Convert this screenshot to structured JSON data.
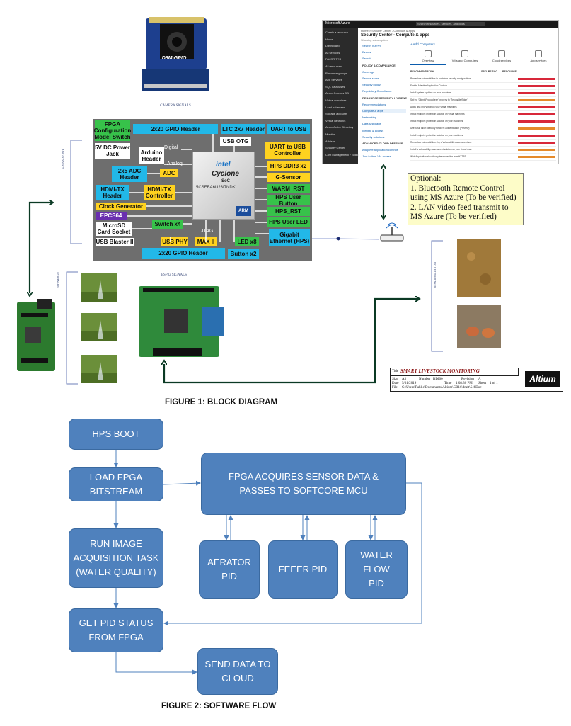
{
  "figure1": {
    "caption": "FIGURE 1: BLOCK DIAGRAM",
    "camera_label": "CAMERA SIGNALS",
    "camera_board_text": "D8M-GPIO",
    "board_blocks": {
      "fpga_switch": "FPGA Configuration Model Switch",
      "gpio_top": "2x20 GPIO Header",
      "ltc": "LTC 2x7 Header",
      "uart_usb": "UART to USB",
      "usb_otg": "USB OTG",
      "uart_usb_ctrl": "UART to USB Controller",
      "power": "5V DC Power Jack",
      "digital": "Digital",
      "arduino": "Arduino Header",
      "analog": "Analog",
      "adc_header": "2x5 ADC Header",
      "adc": "ADC",
      "hps_ddr3": "HPS DDR3 x2",
      "gsensor": "G-Sensor",
      "warm_rst": "WARM_RST",
      "hdmi_header": "HDMI-TX Header",
      "hdmi_ctrl": "HDMI-TX Controller",
      "hps_user_button": "HPS User Button",
      "clock": "Clock Generator",
      "hps_rst": "HPS_RST",
      "epcs": "EPCS64",
      "hps_user_led": "HPS User LED",
      "microsd": "MicroSD Card Socket",
      "switch": "Switch x4",
      "jtag": "JTAG",
      "gigabit": "Gigabit Ethernet (HPS)",
      "usb_blaster": "USB Blaster II",
      "usb_phy": "USB PHY",
      "max2": "MAX II",
      "led": "LED x8",
      "gpio_bottom": "2x20 GPIO Header",
      "button": "Button x2",
      "chip_brand": "intel",
      "chip_name": "Cyclone",
      "chip_soc": "SoC",
      "chip_part": "5CSEBA6U23I7NDK",
      "chip_arm": "ARM"
    },
    "side_labels": {
      "adc": "ADC CONNECT",
      "sprinkler": "SPRINKLER",
      "esp": "ESP32 SIGNALS",
      "pellet": "PELLET DISPENSER"
    },
    "optional_note": {
      "title": "Optional:",
      "line1": "1. Bluetooth Remote Control using MS Azure (To be verified)",
      "line2": "2. LAN video feed transmit to MS Azure (To be verified)"
    },
    "azure": {
      "brand": "Microsoft Azure",
      "search": "Search resources, services, and docs",
      "breadcrumb": "Home > Security Center - Compute & apps",
      "title": "Security Center - Compute & apps",
      "subtitle": "Showing subscription",
      "add_button": "+ Add Computers",
      "tabs": [
        "Overview",
        "VMs and Computers",
        "Cloud services",
        "App services"
      ],
      "nav": [
        "Create a resource",
        "Home",
        "Dashboard",
        "All services",
        "FAVORITES",
        "All resources",
        "Resource groups",
        "App Services",
        "SQL databases",
        "Azure Cosmos DB",
        "Virtual machines",
        "Load balancers",
        "Storage accounts",
        "Virtual networks",
        "Azure Active Directory",
        "Monitor",
        "Advisor",
        "Security Center",
        "Cost Management + Billing"
      ],
      "menu": [
        "Search (Ctrl+/)",
        "Events",
        "Search",
        "POLICY & COMPLIANCE",
        "Coverage",
        "Secure score",
        "Security policy",
        "Regulatory Compliance",
        "RESOURCE SECURITY HYGIENE",
        "Recommendations",
        "Compute & apps",
        "Networking",
        "Data & storage",
        "Identity & access",
        "Security solutions",
        "ADVANCED CLOUD DEFENSE",
        "Adaptive application controls",
        "Just in time VM access"
      ],
      "table_headers": [
        "RECOMMENDATION",
        "SECURE SCO...",
        "RESOURCE"
      ],
      "rows": [
        "Remediate vulnerabilities in container security configurations",
        "Enable Adaptive Application Controls",
        "Install system updates on your machines",
        "Set the 'ClientsProtocol.exe' property to 'Zero gallerEdge'",
        "Apply disk encryption on your virtual machines",
        "Install endpoint protection solution on virtual machines",
        "Install endpoint protection solution on your machines",
        "Use basic tailor Directory for client authentication (Preview)",
        "Install endpoint protection solution on your machines",
        "Remediate vulnerabilities - by a Vulnerability Assessment sol.",
        "Install a vulnerability assessment solution on your virtual mac.",
        "Web Application should only be accessible over HTTPS"
      ]
    },
    "title_block": {
      "title_label": "Title",
      "title": "SMART LIVESTOCK MONITORING",
      "size_label": "Size",
      "size": "A3",
      "number_label": "Number",
      "number": "BDI00",
      "revision_label": "Revision",
      "revision": "A",
      "date_label": "Date",
      "date": "5/31/2019",
      "time_label": "Time",
      "time": "1:08:30 PM",
      "sheet_label": "Sheet",
      "sheet": "1 of 1",
      "file_label": "File",
      "file": "C:\\Users\\Public\\Documents\\Altium\\CB16\\draft\\SchDoc",
      "logo": "Altium"
    }
  },
  "figure2": {
    "caption": "FIGURE 2: SOFTWARE FLOW",
    "boxes": {
      "hps_boot": "HPS BOOT",
      "load_fpga": "LOAD FPGA BITSTREAM",
      "run_image": "RUN IMAGE ACQUISITION TASK (WATER QUALITY)",
      "get_pid": "GET PID STATUS FROM FPGA",
      "send_data": "SEND DATA TO CLOUD",
      "fpga_acquires": "FPGA ACQUIRES SENSOR DATA & PASSES TO SOFTCORE MCU",
      "aerator": "AERATOR PID",
      "feeer": "FEEER PID",
      "water_flow": "WATER FLOW PID"
    }
  },
  "colors": {
    "box_blue": "#4f81bd",
    "board_gray": "#6e6e6e",
    "cyan_block": "#22b8e8",
    "green_block": "#37c24a",
    "yellow_block": "#ffd21f",
    "arrow_dark_green": "#0b3a24",
    "note_yellow": "#fdfcc8"
  }
}
